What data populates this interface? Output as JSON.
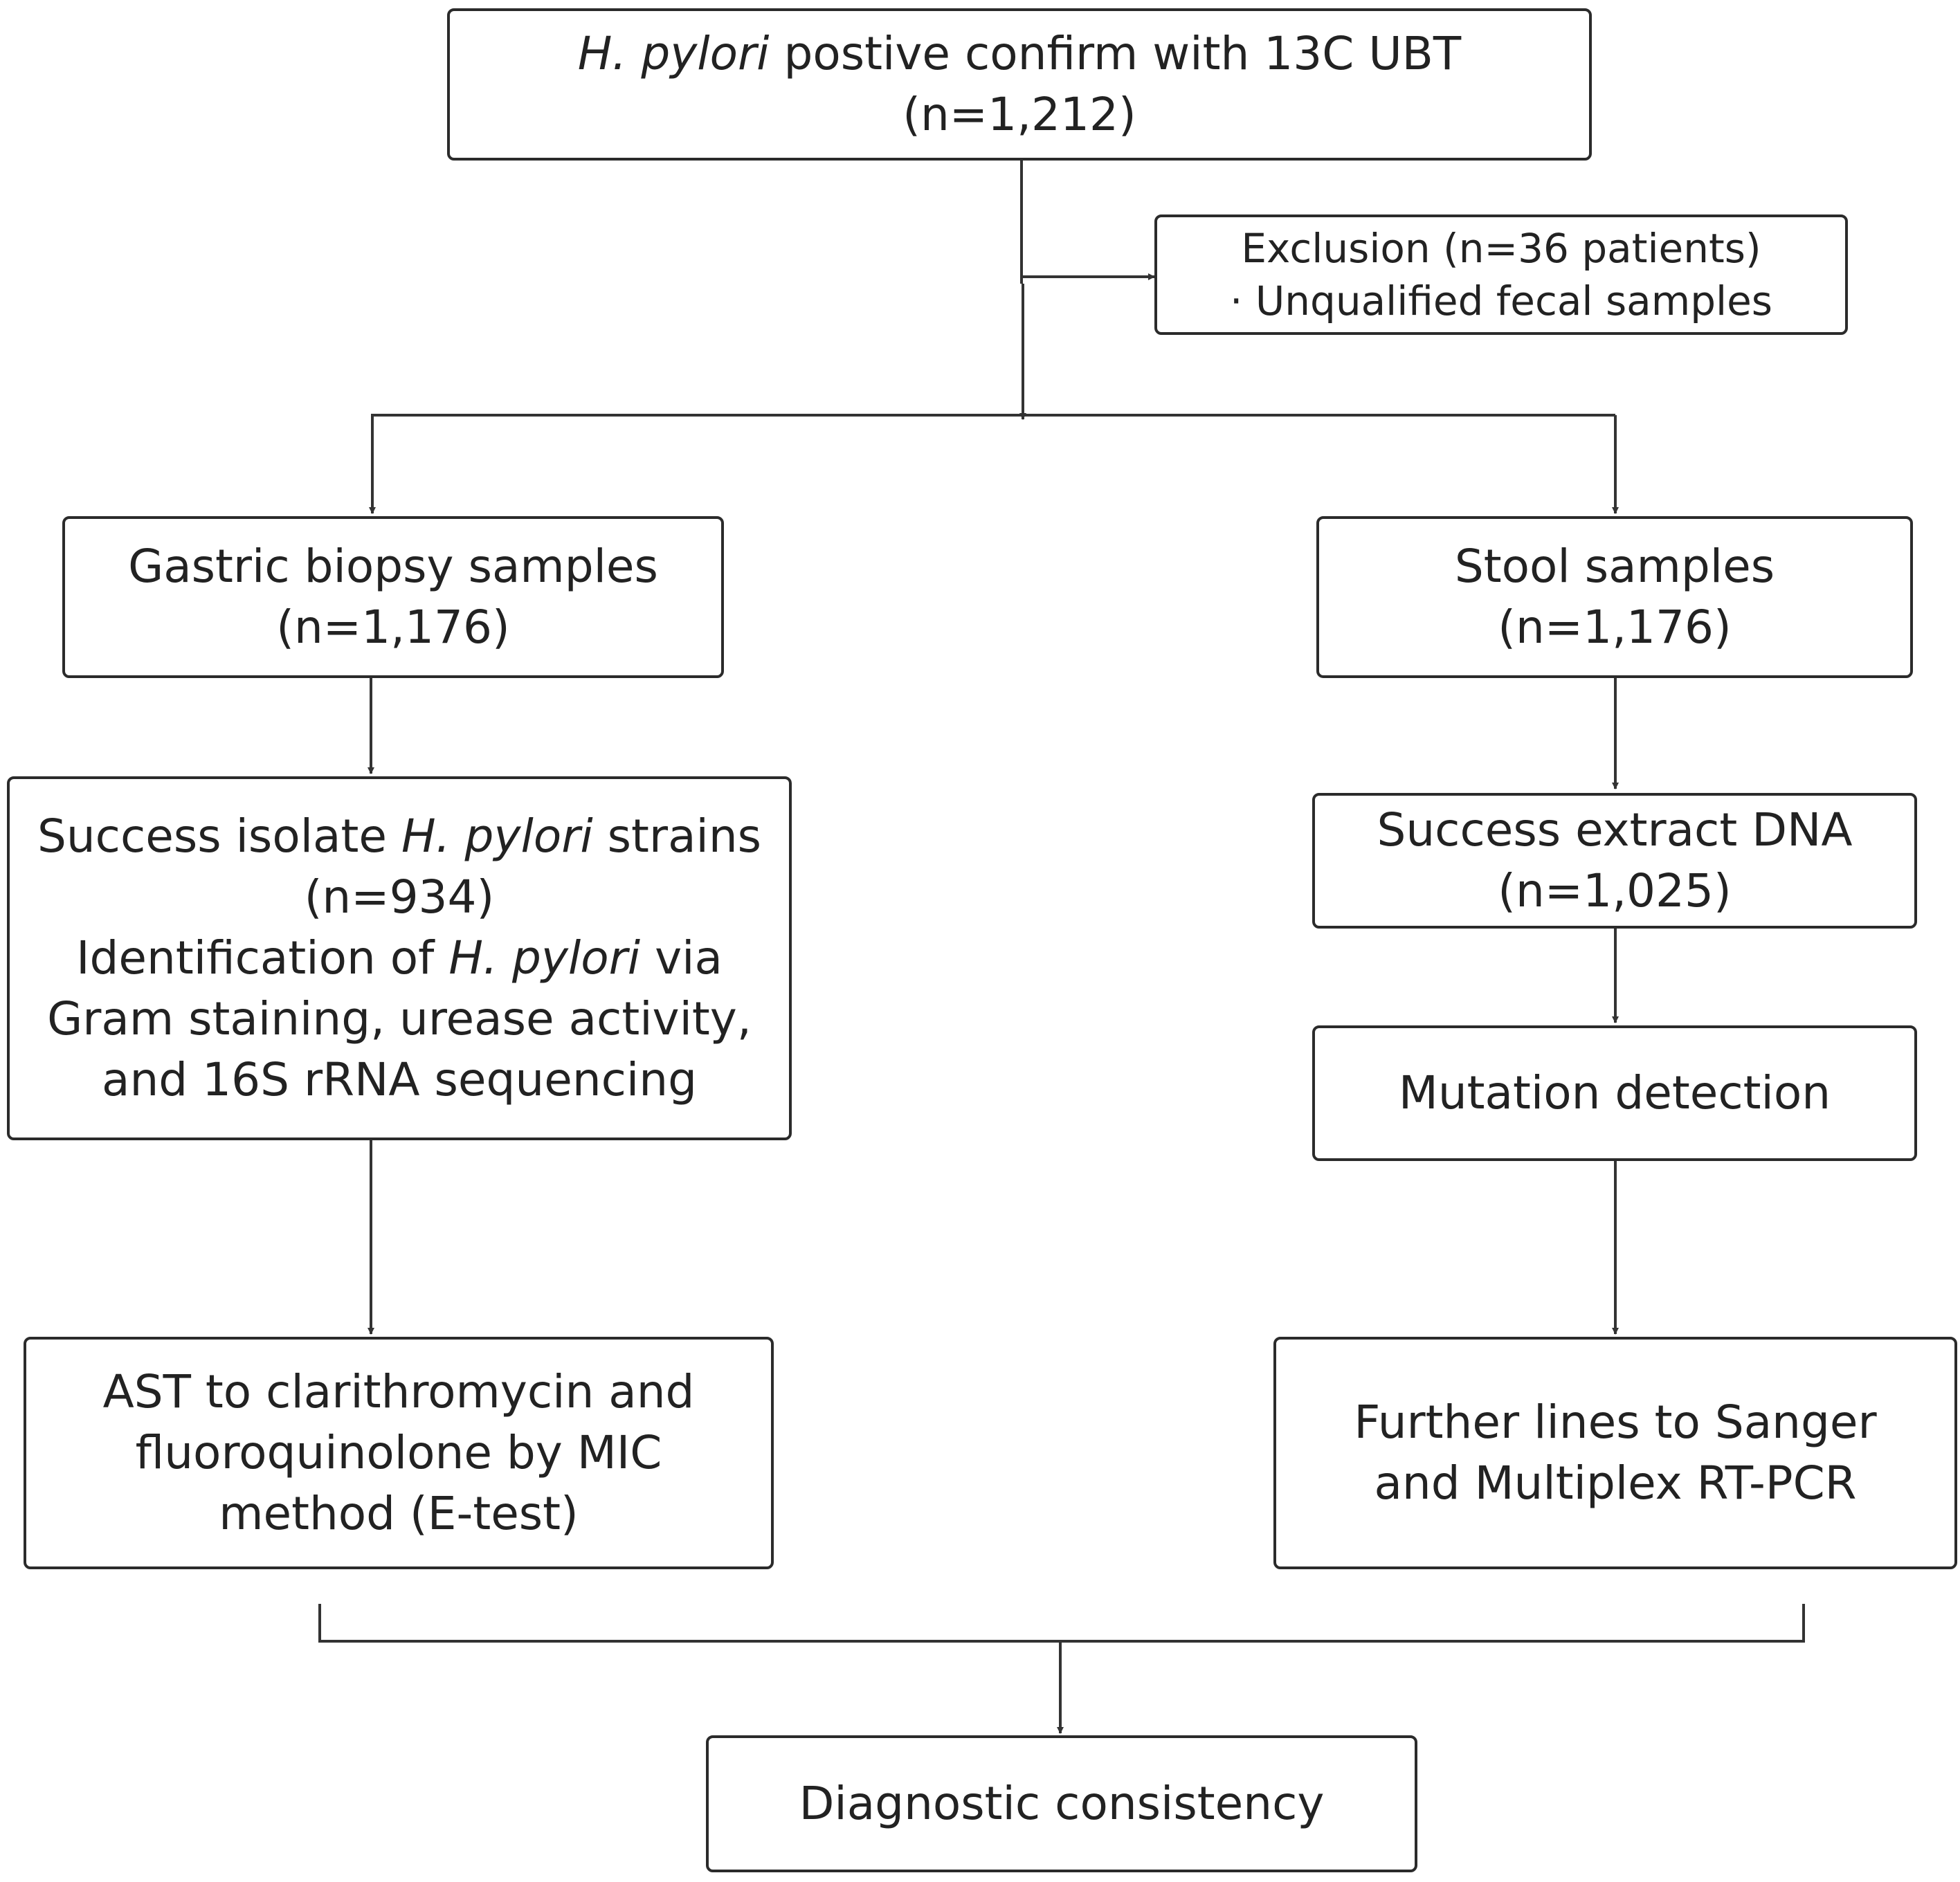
{
  "nodes": {
    "ubt": {
      "italic": "H. pylori",
      "rest": " postive confirm with 13C UBT",
      "line2": "(n=1,212)"
    },
    "exclusion": {
      "line1": "Exclusion (n=36 patients)",
      "line2": "· Unqualified fecal samples"
    },
    "gastric": {
      "line1": "Gastric biopsy samples",
      "line2": "(n=1,176)"
    },
    "stool": {
      "line1": "Stool samples",
      "line2": "(n=1,176)"
    },
    "isolate": {
      "l1_pre": "Success isolate ",
      "l1_italic": "H. pylori",
      "l1_post": " strains",
      "l2": "(n=934)",
      "l3_pre": "Identification of ",
      "l3_italic": "H. pylori",
      "l3_post": " via",
      "l4": "Gram staining, urease activity,",
      "l5": "and 16S rRNA sequencing"
    },
    "extract": {
      "line1": "Success extract DNA",
      "line2": "(n=1,025)"
    },
    "mutation": {
      "line1": "Mutation detection"
    },
    "ast": {
      "line1": "AST to clarithromycin and",
      "line2": "fluoroquinolone by MIC",
      "line3": "method (E-test)"
    },
    "further": {
      "line1": "Further lines to Sanger",
      "line2": "and Multiplex RT-PCR"
    },
    "diagnostic": {
      "line1": "Diagnostic consistency"
    }
  }
}
